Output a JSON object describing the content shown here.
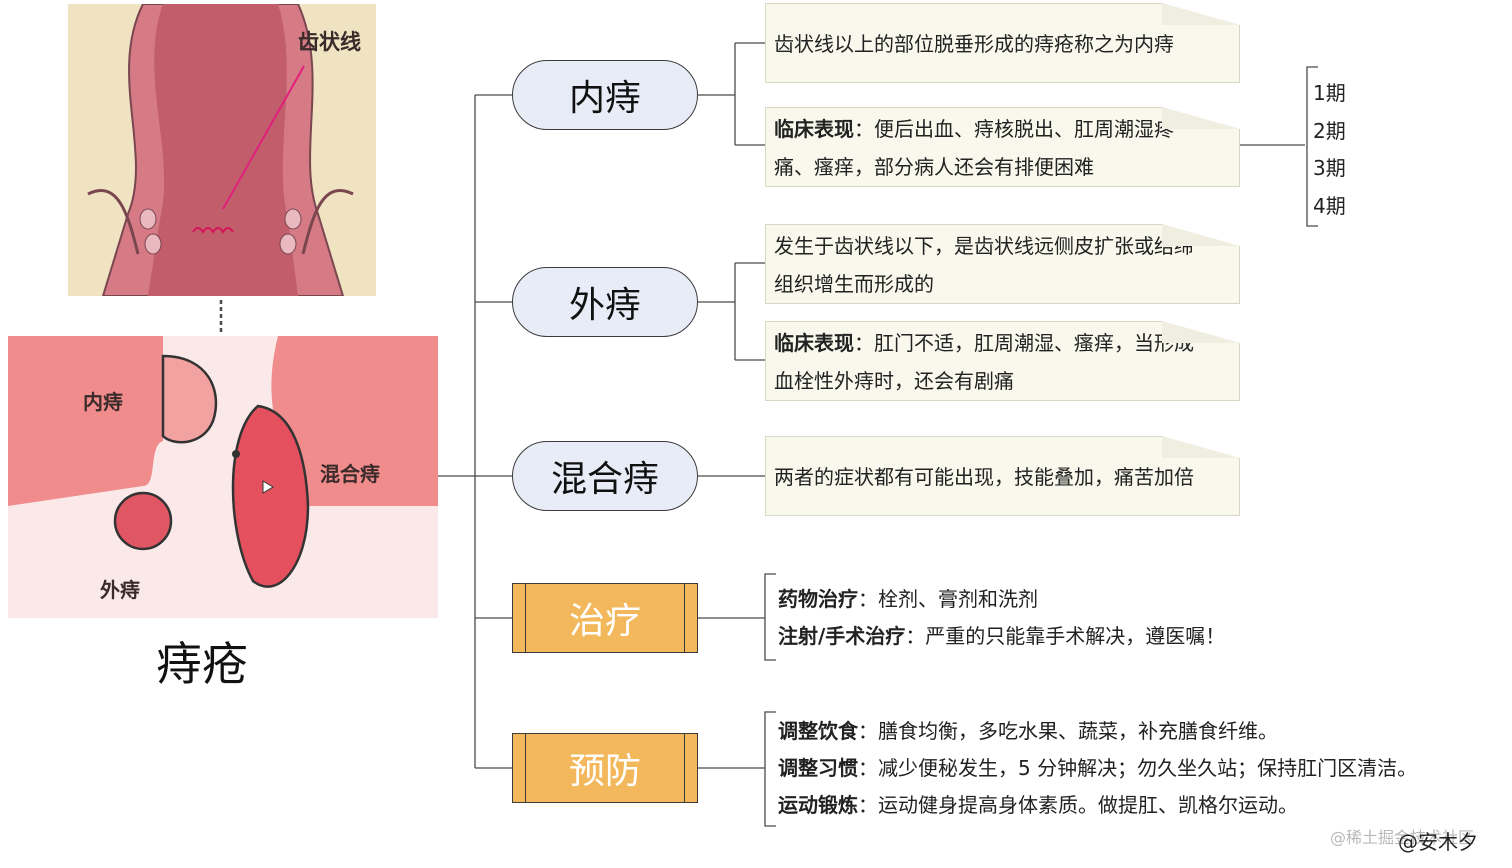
{
  "illustration": {
    "top_label": "齿状线",
    "inner_label": "内痔",
    "mixed_label": "混合痔",
    "outer_label": "外痔",
    "title": "痔疮"
  },
  "nodes": [
    {
      "label": "内痔"
    },
    {
      "label": "外痔"
    },
    {
      "label": "混合痔"
    },
    {
      "label": "治疗"
    },
    {
      "label": "预防"
    }
  ],
  "notes": {
    "inner_def": "齿状线以上的部位脱垂形成的痔疮称之为内痔",
    "inner_clinical_label": "临床表现",
    "inner_clinical_line1": "：便后出血、痔核脱出、肛周潮湿疼",
    "inner_clinical_line2": "痛、瘙痒，部分病人还会有排便困难",
    "outer_def_line1": "发生于齿状线以下，是齿状线远侧皮扩张或结缔",
    "outer_def_line2": "组织增生而形成的",
    "outer_clinical_label": "临床表现",
    "outer_clinical_line1": "：肛门不适，肛周潮湿、瘙痒，当形成",
    "outer_clinical_line2": "血栓性外痔时，还会有剧痛",
    "mixed": "两者的症状都有可能出现，技能叠加，痛苦加倍"
  },
  "stages": [
    "1期",
    "2期",
    "3期",
    "4期"
  ],
  "treatment": [
    {
      "label": "药物治疗",
      "text": "：栓剂、膏剂和洗剂"
    },
    {
      "label": "注射/手术治疗",
      "text": "：严重的只能靠手术解决，遵医嘱！"
    }
  ],
  "prevention": [
    {
      "label": "调整饮食",
      "text": "：膳食均衡，多吃水果、蔬菜，补充膳食纤维。"
    },
    {
      "label": "调整习惯",
      "text": "：减少便秘发生，5 分钟解决；勿久坐久站；保持肛门区清洁。"
    },
    {
      "label": "运动锻炼",
      "text": "：运动健身提高身体素质。做提肛、凯格尔运动。"
    }
  ],
  "watermark": "@安木夕",
  "watermark_faint": "@稀土掘金技术社区"
}
